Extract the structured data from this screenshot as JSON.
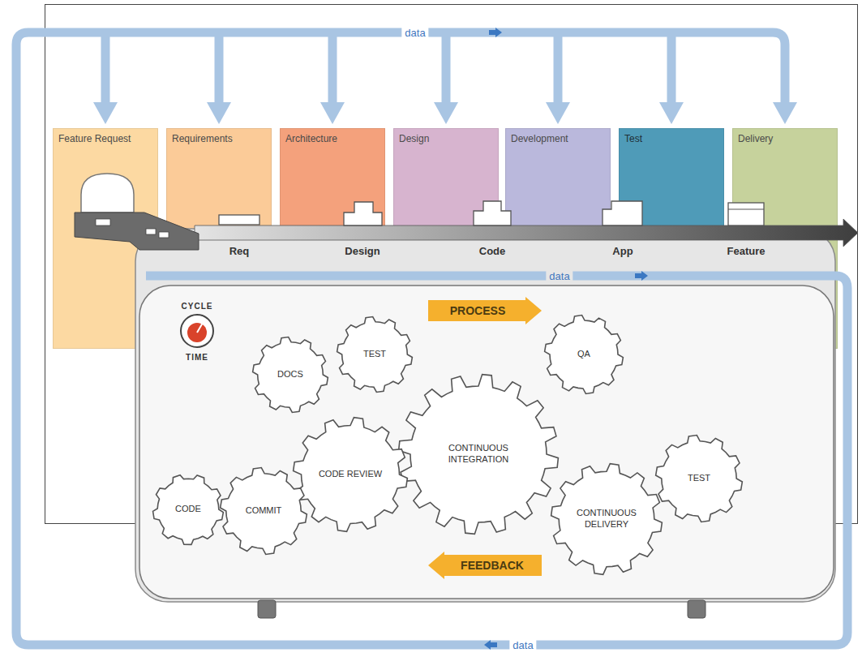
{
  "diagram": {
    "nodes": [
      {
        "text": [
          "Feature Request"
        ]
      },
      {
        "text": [
          "Requirements"
        ]
      },
      {
        "text": [
          "Architecture"
        ]
      },
      {
        "text": [
          "Design"
        ]
      },
      {
        "text": [
          "Development"
        ]
      },
      {
        "text": [
          "Test"
        ]
      },
      {
        "text": [
          "Delivery"
        ]
      },
      {
        "text": [
          "PROCESS"
        ]
      },
      {
        "text": [
          "DOCS"
        ]
      },
      {
        "text": [
          "TEST"
        ]
      },
      {
        "text": [
          "QA"
        ]
      },
      {
        "text": [
          "CONTINUOUS INTEGRATION"
        ]
      },
      {
        "text": [
          "CODE REVIEW"
        ]
      },
      {
        "text": [
          "CODE"
        ]
      },
      {
        "text": [
          "COMMIT"
        ]
      },
      {
        "text": [
          "CONTINUOUS DELIVERY"
        ]
      },
      {
        "text": [
          "TEST"
        ]
      },
      {
        "text": [
          "FEEDBACK"
        ]
      }
    ],
    "labels": [
      "data",
      "Req",
      "Design",
      "Code",
      "App",
      "Feature",
      "data",
      "CYCLE",
      "TIME",
      "data"
    ]
  }
}
